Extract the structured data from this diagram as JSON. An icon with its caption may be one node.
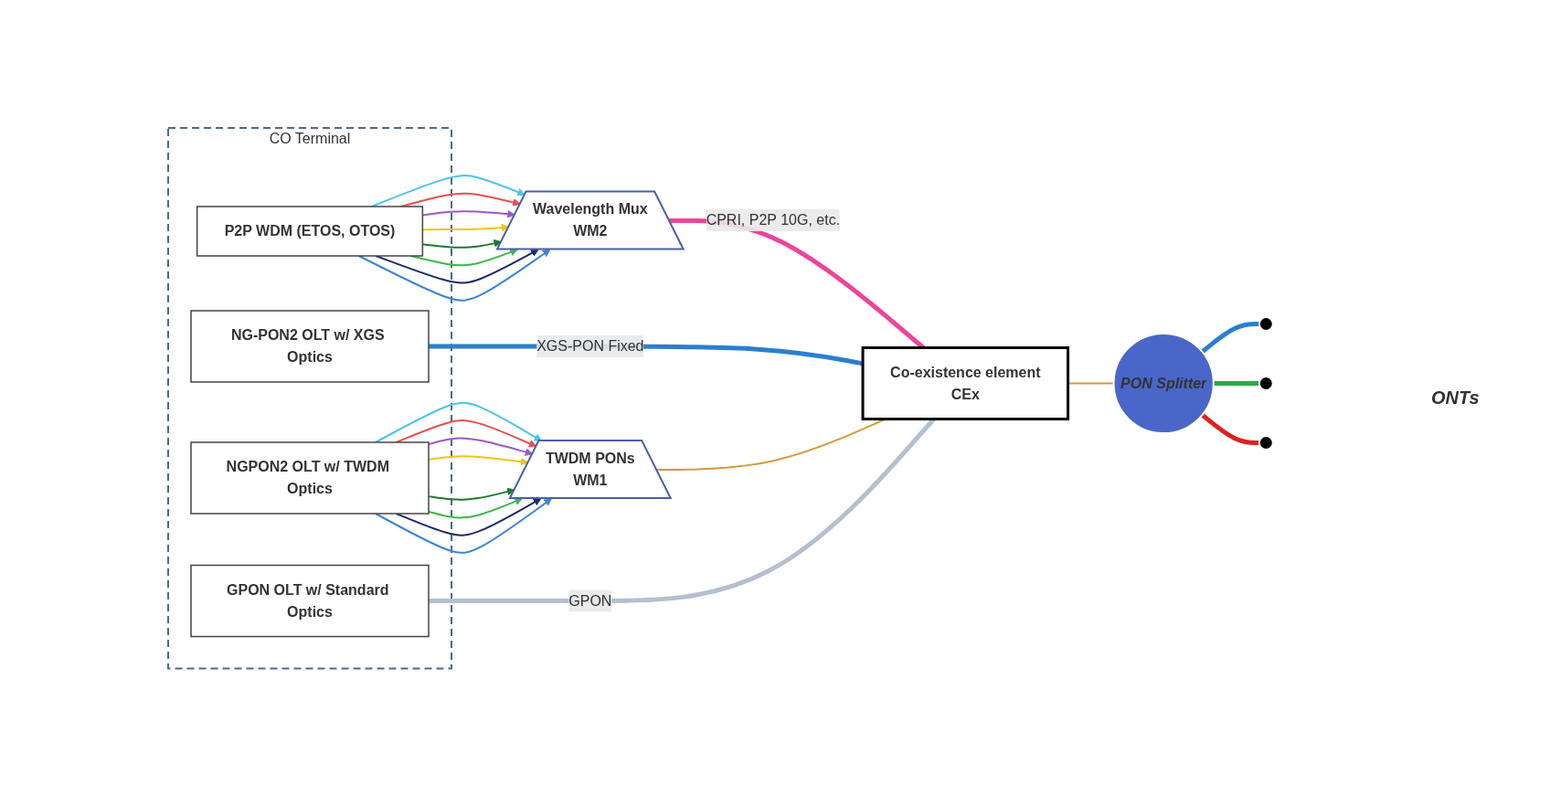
{
  "diagram": {
    "nodes": [
      {
        "text": [
          "CO Terminal"
        ]
      },
      {
        "text": [
          "P2P WDM (ETOS, OTOS)"
        ],
        "in": 0
      },
      {
        "text": [
          "NG-PON2 OLT w/ XGS Optics"
        ],
        "in": 0
      },
      {
        "text": [
          "NGPON2 OLT w/ TWDM Optics"
        ],
        "in": 0
      },
      {
        "text": [
          "GPON OLT w/ Standard Optics"
        ],
        "in": 0
      },
      {
        "text": [
          "Wavelength Mux",
          "WM2"
        ]
      },
      {
        "text": [
          "TWDM PONs",
          "WM1"
        ]
      },
      {
        "text": [
          "Co-existence element",
          "CEx"
        ]
      },
      {
        "text": [
          "PON Splitter"
        ]
      },
      {
        "text": [],
        "shape": "circle"
      },
      {
        "text": [],
        "shape": "circle"
      },
      {
        "text": [],
        "shape": "circle"
      }
    ],
    "edges": [
      {
        "from": 1,
        "to": 5,
        "arrow": "to",
        "color": "#4cc3e8"
      },
      {
        "from": 1,
        "to": 5,
        "arrow": "to",
        "color": "#e8504c"
      },
      {
        "from": 1,
        "to": 5,
        "arrow": "to",
        "color": "#9b59c9"
      },
      {
        "from": 1,
        "to": 5,
        "arrow": "to",
        "color": "#f2c418"
      },
      {
        "from": 1,
        "to": 5,
        "arrow": "to",
        "color": "#1e7a2e"
      },
      {
        "from": 1,
        "to": 5,
        "arrow": "to",
        "color": "#3cb84a"
      },
      {
        "from": 1,
        "to": 5,
        "arrow": "to",
        "color": "#1c2a6b"
      },
      {
        "from": 1,
        "to": 5,
        "arrow": "to",
        "color": "#3a86d6"
      },
      {
        "from": 3,
        "to": 6,
        "arrow": "to",
        "color": "#4cc3e8"
      },
      {
        "from": 3,
        "to": 6,
        "arrow": "to",
        "color": "#e8504c"
      },
      {
        "from": 3,
        "to": 6,
        "arrow": "to",
        "color": "#9b59c9"
      },
      {
        "from": 3,
        "to": 6,
        "arrow": "to",
        "color": "#f2c418"
      },
      {
        "from": 3,
        "to": 6,
        "arrow": "to",
        "color": "#1e7a2e"
      },
      {
        "from": 3,
        "to": 6,
        "arrow": "to",
        "color": "#3cb84a"
      },
      {
        "from": 3,
        "to": 6,
        "arrow": "to",
        "color": "#1c2a6b"
      },
      {
        "from": 3,
        "to": 6,
        "arrow": "to",
        "color": "#3a86d6"
      },
      {
        "from": 5,
        "to": 7,
        "arrow": "none",
        "label": "CPRI, P2P 10G, etc.",
        "style": "thick",
        "color": "#ee4499"
      },
      {
        "from": 2,
        "to": 7,
        "arrow": "none",
        "label": "XGS-PON Fixed",
        "style": "thick",
        "color": "#2a7fd0"
      },
      {
        "from": 6,
        "to": 7,
        "arrow": "none",
        "color": "#d49a3a"
      },
      {
        "from": 4,
        "to": 7,
        "arrow": "none",
        "label": "GPON",
        "style": "thick",
        "color": "#b4bfd0"
      },
      {
        "from": 7,
        "to": 8,
        "arrow": "none",
        "color": "#d49a3a"
      },
      {
        "from": 8,
        "to": 9,
        "arrow": "none",
        "style": "thick",
        "color": "#2a7fd0"
      },
      {
        "from": 8,
        "to": 10,
        "arrow": "none",
        "style": "thick",
        "color": "#2aa84a"
      },
      {
        "from": 8,
        "to": 11,
        "arrow": "none",
        "style": "thick",
        "color": "#e02020"
      }
    ],
    "labels": [
      "ONTs"
    ]
  }
}
